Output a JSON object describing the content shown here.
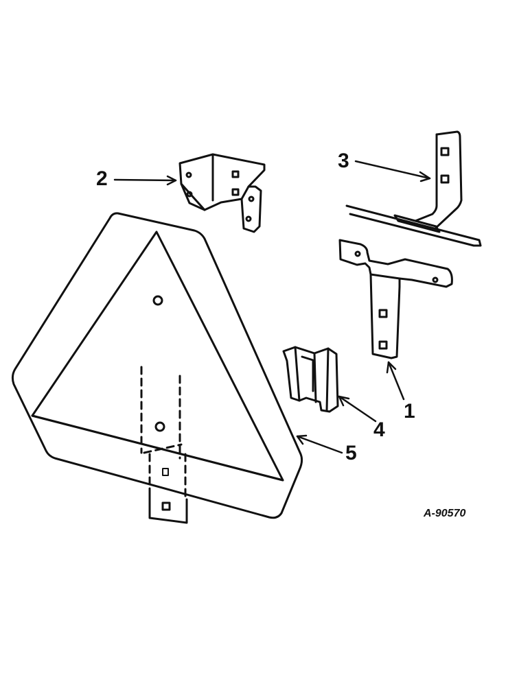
{
  "callouts": {
    "c1": "1",
    "c2": "2",
    "c3": "3",
    "c4": "4",
    "c5": "5"
  },
  "figure_id": "A-90570",
  "colors": {
    "ink": "#111111",
    "paper": "#ffffff"
  }
}
